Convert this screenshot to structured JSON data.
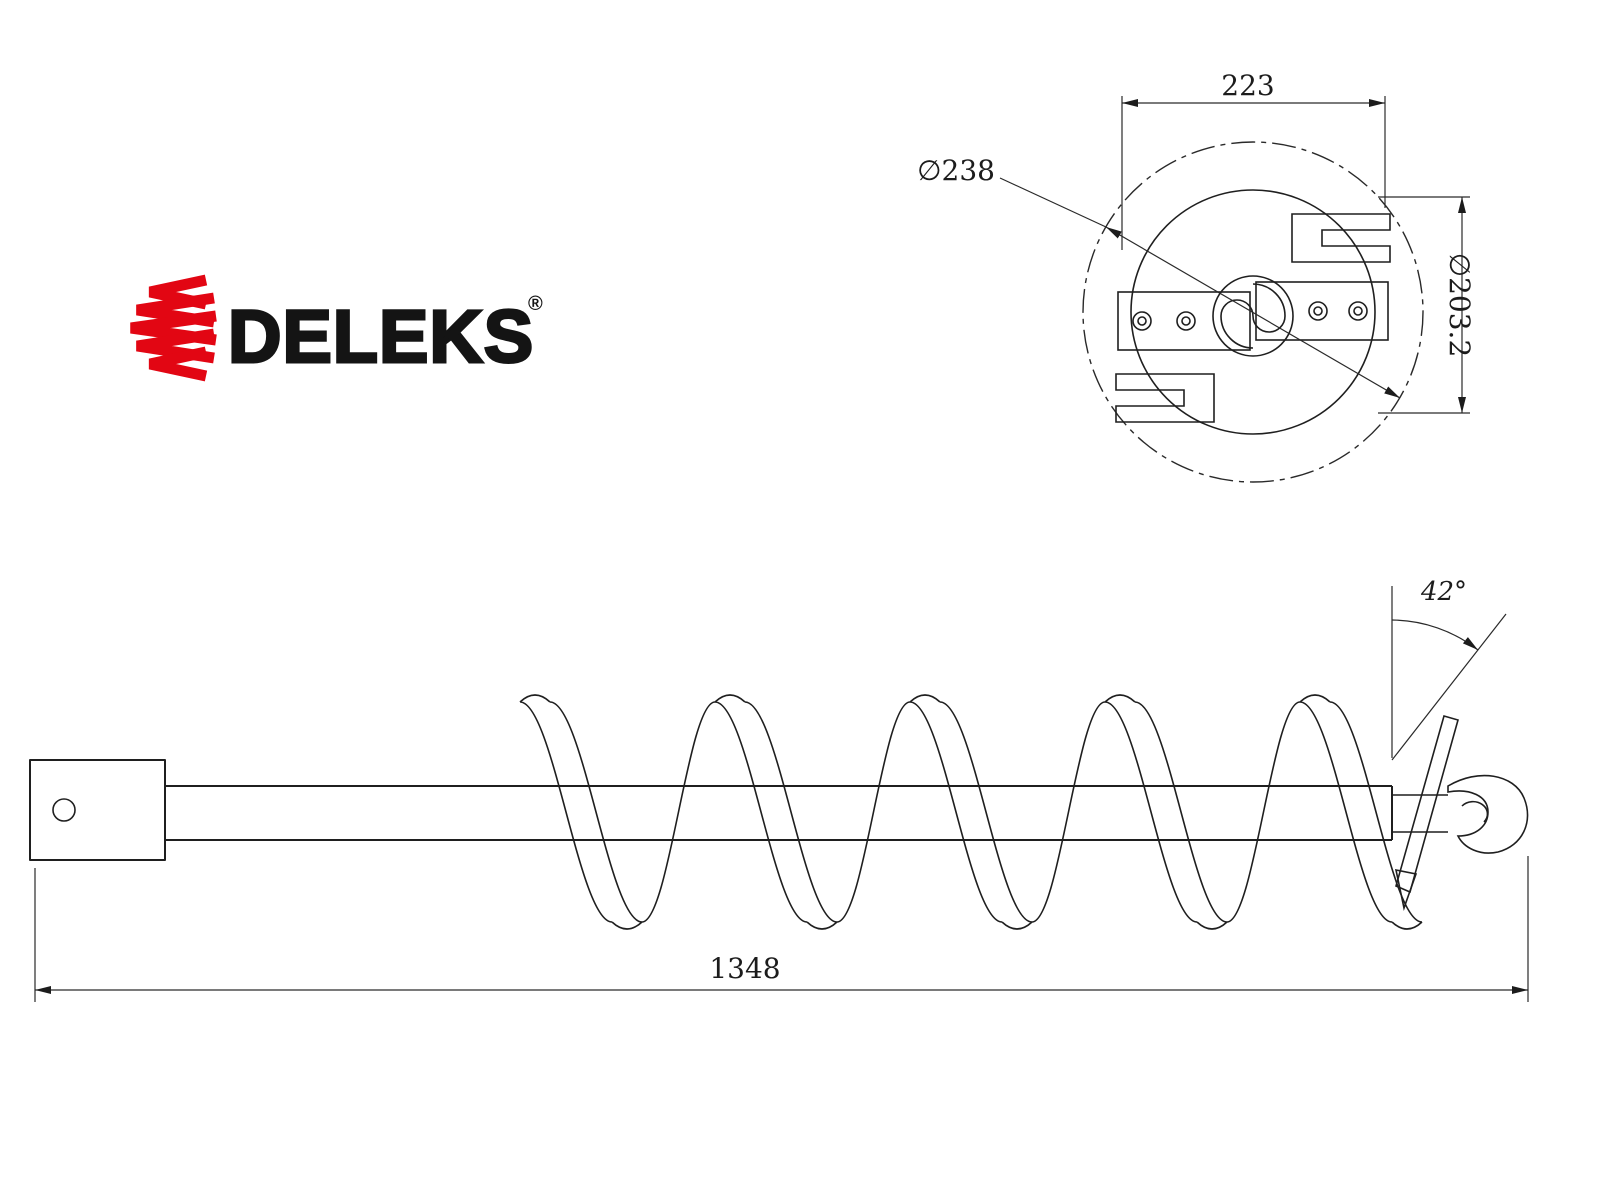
{
  "brand": {
    "name": "DELEKS",
    "registered": "®",
    "accent_color": "#e20613",
    "line_color": "#1f1f1f"
  },
  "drawing": {
    "type": "technical-drawing",
    "subject": "earth auger drill bit",
    "views": {
      "top_view": "auger head end view with cutting blades and center swirl",
      "side_view": "auger with drive shaft, helical flight and pilot tip"
    },
    "dimensions": {
      "top_view_width": "223",
      "sweep_diameter": "∅238",
      "blade_diameter": "∅203.2",
      "pilot_angle": "42°",
      "overall_length": "1348"
    }
  }
}
